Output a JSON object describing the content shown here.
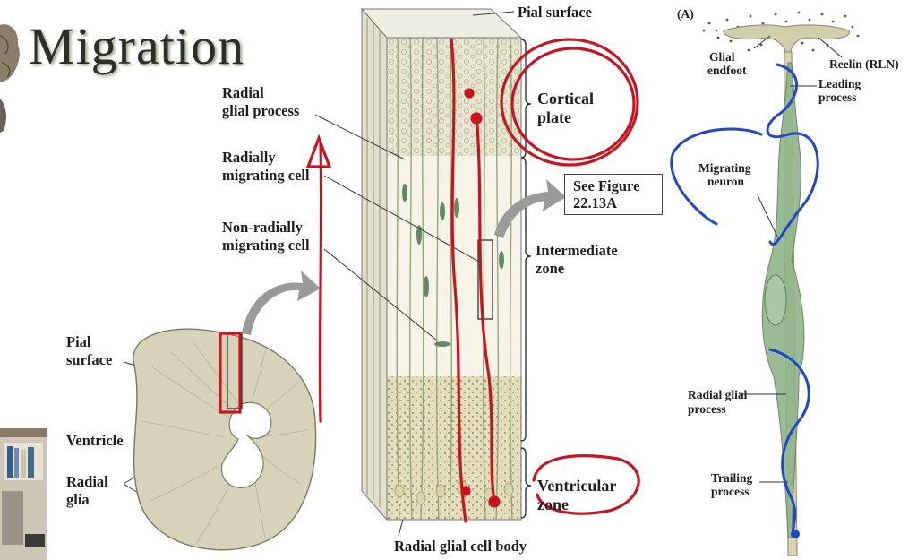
{
  "slide": {
    "title": "Migration"
  },
  "labels": {
    "pial_surface_top": "Pial surface",
    "radial_glial_process_line1": "Radial",
    "radial_glial_process_line2": "glial process",
    "radially_migrating_line1": "Radially",
    "radially_migrating_line2": "migrating cell",
    "non_radially_line1": "Non-radially",
    "non_radially_line2": "migrating cell",
    "pial_surface_left_line1": "Pial",
    "pial_surface_left_line2": "surface",
    "ventricle": "Ventricle",
    "radial_glia_line1": "Radial",
    "radial_glia_line2": "glia",
    "cortical_plate_line1": "Cortical",
    "cortical_plate_line2": "plate",
    "see_figure_line1": "See Figure",
    "see_figure_line2": "22.13A",
    "intermediate_zone_line1": "Intermediate",
    "intermediate_zone_line2": "zone",
    "ventricular_zone_line1": "Ventricular",
    "ventricular_zone_line2": "zone",
    "radial_glial_cell_body": "Radial glial cell body"
  },
  "panel_a": {
    "tag": "(A)",
    "glial_endfoot_line1": "Glial",
    "glial_endfoot_line2": "endfoot",
    "reelin": "Reelin (RLN)",
    "leading_process_line1": "Leading",
    "leading_process_line2": "process",
    "migrating_neuron_line1": "Migrating",
    "migrating_neuron_line2": "neuron",
    "radial_glial_process_line1": "Radial glial",
    "radial_glial_process_line2": "process",
    "trailing_process_line1": "Trailing",
    "trailing_process_line2": "process"
  },
  "colors": {
    "annotation_red": "#c8141e",
    "annotation_blue": "#1f47c8",
    "tissue": "#d8d6bf",
    "cell_green": "#7fa57a"
  }
}
